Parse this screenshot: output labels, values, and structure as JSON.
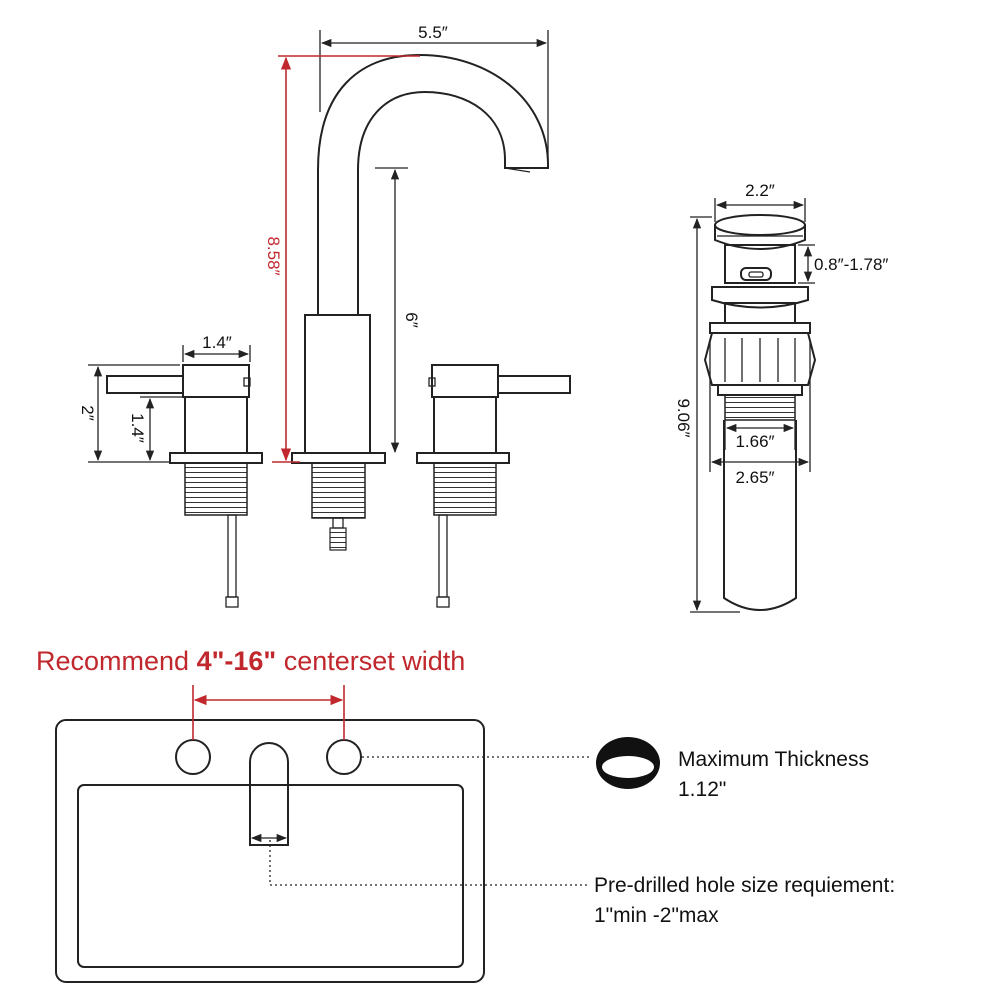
{
  "dimensions": {
    "spout_reach": "5.5″",
    "faucet_height": "8.58″",
    "spout_height": "6″",
    "handle_width": "1.4″",
    "handle_height": "2″",
    "handle_base_height": "1.4″",
    "drain_cap_diameter": "2.2″",
    "drain_adjust_range": "0.8″-1.78″",
    "drain_total_height": "9.06″",
    "drain_thread_diameter": "1.66″",
    "drain_flange_diameter": "2.65″"
  },
  "recommendation": {
    "prefix": "Recommend ",
    "range": "4\"-16\"",
    "suffix": " centerset width"
  },
  "thickness_note": {
    "line1": "Maximum Thickness",
    "line2": "1.12\""
  },
  "hole_note": {
    "line1": "Pre-drilled hole size requiement:",
    "line2": "1\"min -2\"max"
  },
  "colors": {
    "accent_red": "#c0282d",
    "line": "#222222"
  }
}
